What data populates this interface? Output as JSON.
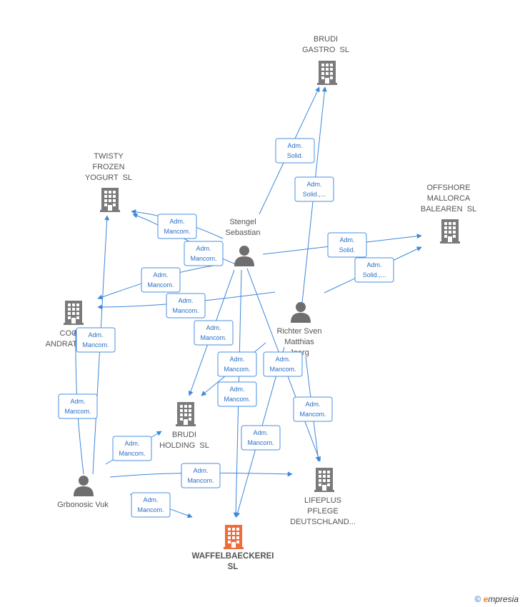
{
  "colors": {
    "company": "#7a7a7a",
    "main_company": "#f26b3a",
    "person": "#6e6e6e",
    "edge": "#3d86db"
  },
  "nodes": {
    "brudi_gastro": {
      "kind": "company",
      "lines": [
        "BRUDI",
        "GASTRO  SL"
      ]
    },
    "twisty": {
      "kind": "company",
      "lines": [
        "TWISTY",
        "FROZEN",
        "YOGURT  SL"
      ]
    },
    "offshore": {
      "kind": "company",
      "lines": [
        "OFFSHORE",
        "MALLORCA",
        "BALEAREN  SL"
      ]
    },
    "stengel": {
      "kind": "person",
      "lines": [
        "Stengel",
        "Sebastian"
      ]
    },
    "coco": {
      "kind": "company",
      "lines": [
        "COC",
        "ANDRAT"
      ]
    },
    "richter": {
      "kind": "person",
      "lines": [
        "Richter Sven",
        "Matthias",
        "Joerg"
      ]
    },
    "brudi_holding": {
      "kind": "company",
      "lines": [
        "BRUDI",
        "HOLDING  SL"
      ]
    },
    "lifeplus": {
      "kind": "company",
      "lines": [
        "LIFEPLUS",
        "PFLEGE",
        "DEUTSCHLAND..."
      ]
    },
    "grbonosic": {
      "kind": "person",
      "lines": [
        "Grbonosic Vuk"
      ]
    },
    "waffel": {
      "kind": "main_company",
      "lines": [
        "WAFFELBAECKEREI",
        "SL"
      ]
    }
  },
  "edges": [
    {
      "label": [
        "Adm.",
        "Solid."
      ]
    },
    {
      "label": [
        "Adm.",
        "Solid.,..."
      ]
    },
    {
      "label": [
        "Adm.",
        "Mancom."
      ]
    },
    {
      "label": [
        "Adm.",
        "Mancom."
      ]
    },
    {
      "label": [
        "Adm.",
        "Mancom."
      ]
    },
    {
      "label": [
        "Adm.",
        "Mancom."
      ]
    },
    {
      "label": [
        "Adm.",
        "Solid."
      ]
    },
    {
      "label": [
        "Adm.",
        "Solid.,..."
      ]
    },
    {
      "label": [
        "Adm.",
        "Mancom."
      ]
    },
    {
      "label": [
        "Adm.",
        "Mancom."
      ]
    },
    {
      "label": [
        "Adm.",
        "Mancom."
      ]
    },
    {
      "label": [
        "Adm.",
        "Mancom."
      ]
    },
    {
      "label": [
        "Adm.",
        "Mancom."
      ]
    },
    {
      "label": [
        "Adm.",
        "Mancom."
      ]
    },
    {
      "label": [
        "Adm.",
        "Mancom."
      ]
    },
    {
      "label": [
        "Adm.",
        "Mancom."
      ]
    },
    {
      "label": [
        "Adm.",
        "Mancom."
      ]
    },
    {
      "label": [
        "Adm.",
        "Mancom."
      ]
    },
    {
      "label": [
        "Adm.",
        "Mancom."
      ]
    },
    {
      "label": [
        "Adm.",
        "Mancom."
      ]
    }
  ],
  "watermark": {
    "copyright": "©",
    "brand_initial": "e",
    "brand_rest": "mpresia"
  }
}
